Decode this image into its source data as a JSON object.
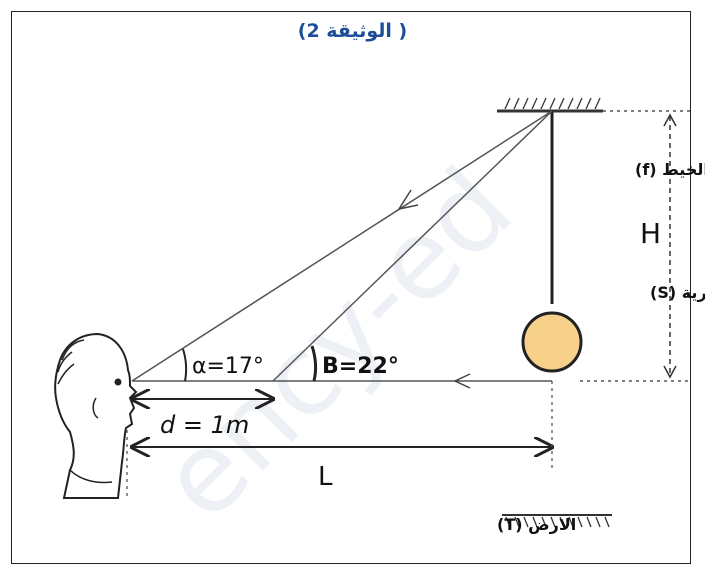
{
  "document": {
    "title": "( الوثيقة 2)",
    "watermark": "ency-ed"
  },
  "labels": {
    "string": "الخيط (f)",
    "ball": "الكرية (S)",
    "height": "H",
    "alpha": "α=17°",
    "beta": "B=22°",
    "distance_d": "d = 1m",
    "distance_L": "L",
    "ground": "الارض (T)"
  },
  "colors": {
    "title": "#1f4e99",
    "ball_fill": "#f7d08a",
    "lines": "#444444"
  }
}
